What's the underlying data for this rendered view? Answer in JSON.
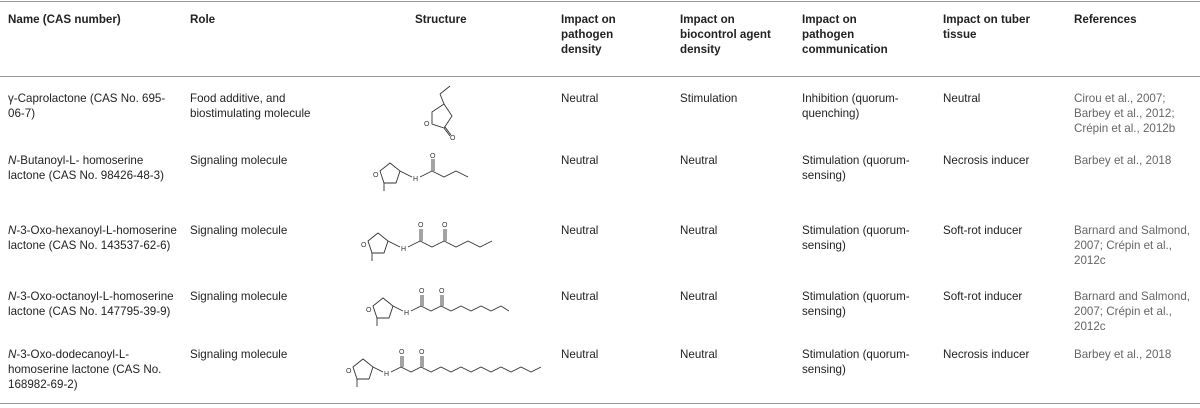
{
  "headers": {
    "name": "Name (CAS number)",
    "role": "Role",
    "structure": "Structure",
    "pathogen_density": "Impact on pathogen density",
    "biocontrol_density": "Impact on biocontrol agent density",
    "pathogen_comm": "Impact on pathogen communication",
    "tuber": "Impact on tuber tissue",
    "references": "References"
  },
  "rows": [
    {
      "name_prefix": "",
      "name_rest": "γ-Caprolactone (CAS No. 695-06-7)",
      "role": "Food additive, and biostimulating molecule",
      "pathogen_density": "Neutral",
      "biocontrol_density": "Stimulation",
      "pathogen_comm": "Inhibition (quorum-quenching)",
      "tuber": "Neutral",
      "references": "Cirou et al., 2007; Barbey et al., 2012; Crépin et al., 2012b"
    },
    {
      "name_prefix": "N",
      "name_rest": "-Butanoyl-L- homoserine lactone (CAS No. 98426-48-3)",
      "role": "Signaling molecule",
      "pathogen_density": "Neutral",
      "biocontrol_density": "Neutral",
      "pathogen_comm": "Stimulation (quorum-sensing)",
      "tuber": "Necrosis inducer",
      "references": "Barbey et al., 2018"
    },
    {
      "name_prefix": "N",
      "name_rest": "-3-Oxo-hexanoyl-L-homoserine lactone (CAS No. 143537-62-6)",
      "role": "Signaling molecule",
      "pathogen_density": "Neutral",
      "biocontrol_density": "Neutral",
      "pathogen_comm": "Stimulation (quorum-sensing)",
      "tuber": "Soft-rot inducer",
      "references": "Barnard and Salmond, 2007; Crépin et al., 2012c"
    },
    {
      "name_prefix": "N",
      "name_rest": "-3-Oxo-octanoyl-L-homoserine lactone (CAS No. 147795-39-9)",
      "role": "Signaling molecule",
      "pathogen_density": "Neutral",
      "biocontrol_density": "Neutral",
      "pathogen_comm": "Stimulation (quorum-sensing)",
      "tuber": "Soft-rot inducer",
      "references": "Barnard and Salmond, 2007; Crépin et al., 2012c"
    },
    {
      "name_prefix": "N",
      "name_rest": "-3-Oxo-dodecanoyl-L-homoserine lactone (CAS No. 168982-69-2)",
      "role": "Signaling molecule",
      "pathogen_density": "Neutral",
      "biocontrol_density": "Neutral",
      "pathogen_comm": "Stimulation (quorum-sensing)",
      "tuber": "Necrosis inducer",
      "references": "Barbey et al., 2018"
    }
  ],
  "structure_atoms": {
    "oxygen": "O",
    "nh": "H"
  }
}
